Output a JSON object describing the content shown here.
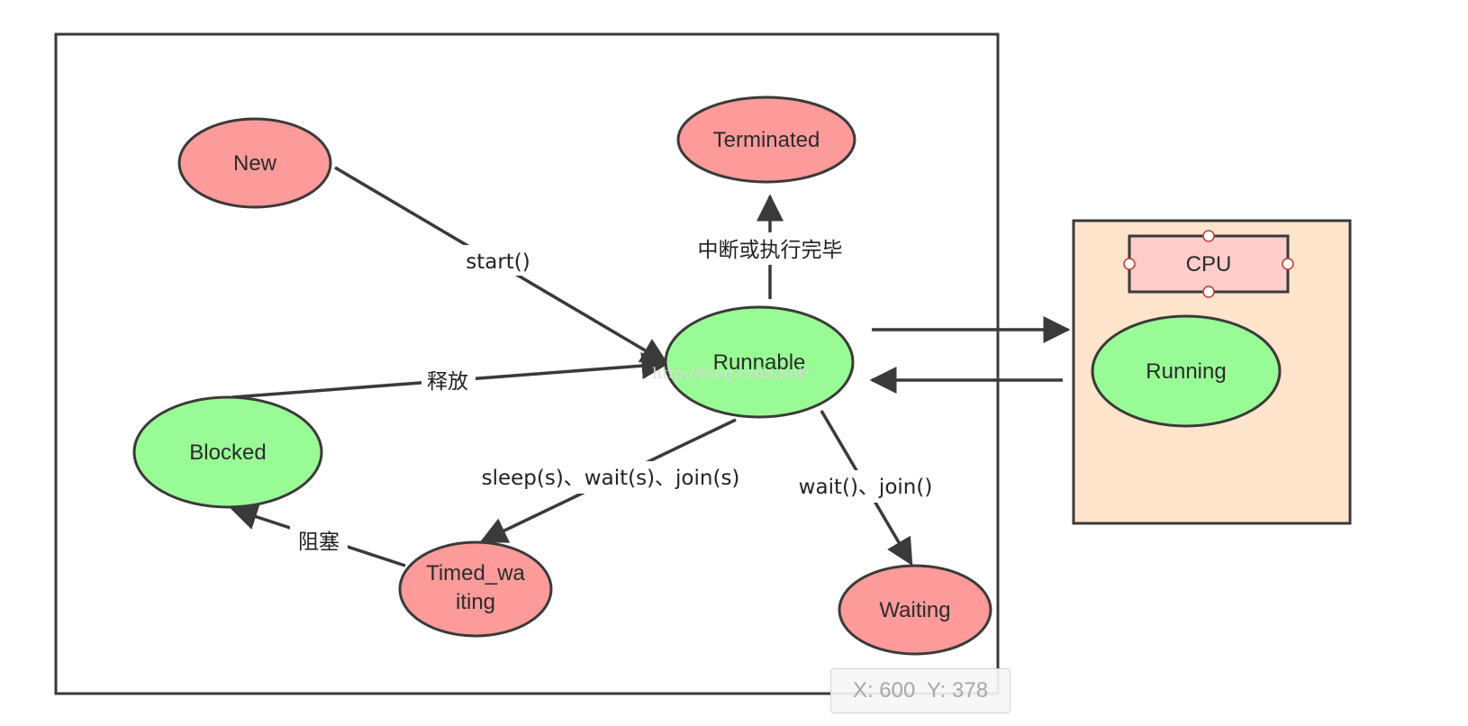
{
  "diagram": {
    "states": {
      "new": "New",
      "terminated": "Terminated",
      "runnable": "Runnable",
      "blocked": "Blocked",
      "timed_waiting_line1": "Timed_wa",
      "timed_waiting_line2": "iting",
      "waiting": "Waiting",
      "running": "Running",
      "cpu": "CPU"
    },
    "transitions": {
      "start": "start()",
      "interrupt_or_finish": "中断或执行完毕",
      "release": "释放",
      "sleep_wait_join": "sleep(s)、wait(s)、join(s)",
      "wait_join": "wait()、join()",
      "block": "阻塞"
    },
    "colors": {
      "red_state": "#fd9a9a",
      "green_state": "#99fb95",
      "cpu_box": "#ffcccc",
      "cpu_panel": "#ffe4cc",
      "stroke": "#3a3a3a"
    }
  },
  "watermark": "http://blog.csdn.net/",
  "coordinate_readout": {
    "x_label": "X: 600",
    "y_label": "Y: 378"
  }
}
